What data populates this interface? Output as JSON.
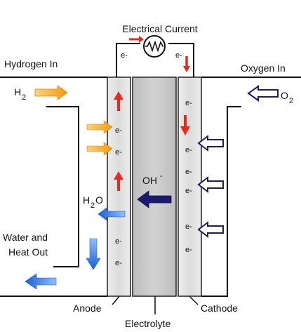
{
  "labels": {
    "electrical_current": "Electrical Current",
    "hydrogen_in": "Hydrogen In",
    "oxygen_in": "Oxygen In",
    "h2_main": "H",
    "h2_sub": "2",
    "o2_main": "O",
    "o2_sub": "2",
    "water_line1": "Water and",
    "water_line2": "Heat Out",
    "h2o_h": "H",
    "h2o_sub": "2",
    "h2o_o": "O",
    "oh": "OH",
    "oh_sup": "-",
    "anode": "Anode",
    "cathode": "Cathode",
    "electrolyte": "Electrolyte",
    "electron": "e-"
  },
  "colors": {
    "red": "#e8291c",
    "orange": "#f6a91b",
    "blue": "#2a75e6",
    "navy": "#1a1a6e",
    "electrode": "#e2e2e2",
    "electrolyte": "#c6c6c6"
  }
}
